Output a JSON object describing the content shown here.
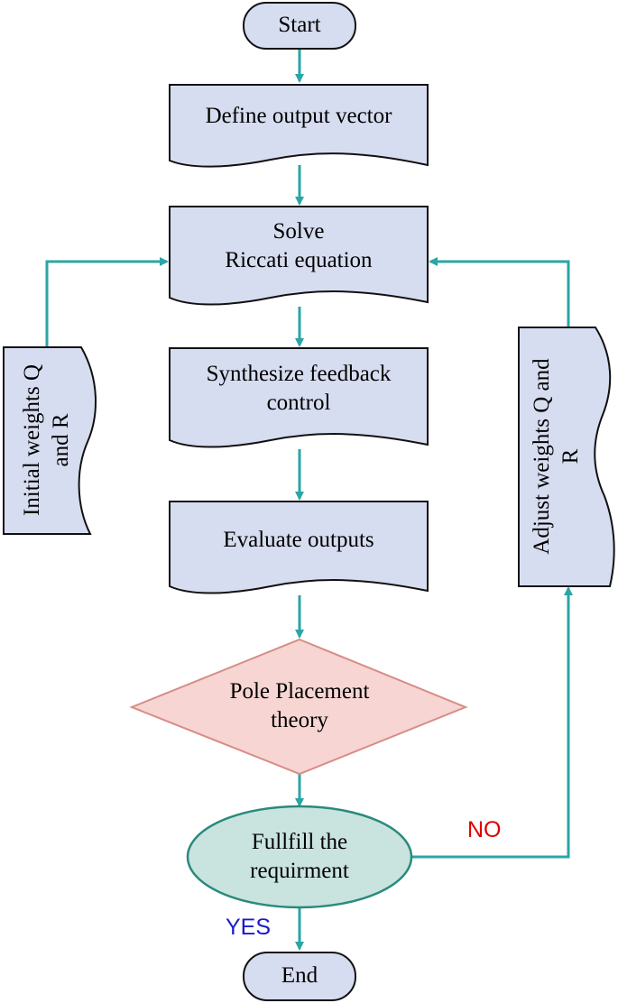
{
  "colors": {
    "arrow": "#2ba5a5",
    "box_fill": "#d7ddf0",
    "box_stroke": "#111111",
    "decision_fill": "#f6d5d2",
    "decision_stroke": "#d88c86",
    "oval_fill": "#c9e3df",
    "oval_stroke": "#2a8a7c",
    "no_label": "#e00000",
    "yes_label": "#1a1acc"
  },
  "nodes": {
    "start": "Start",
    "define_output": "Define output vector",
    "solve_riccati": "Solve\nRiccati equation",
    "synthesize_feedback": "Synthesize feedback\ncontrol",
    "evaluate_outputs": "Evaluate outputs",
    "pole_placement": "Pole Placement\ntheory",
    "fulfill_requirement": "Fullfill the\nrequirment",
    "end": "End",
    "initial_weights": "Initial weights Q\nand R",
    "adjust_weights": "Adjust weights Q and\nR"
  },
  "edge_labels": {
    "no": "NO",
    "yes": "YES"
  }
}
